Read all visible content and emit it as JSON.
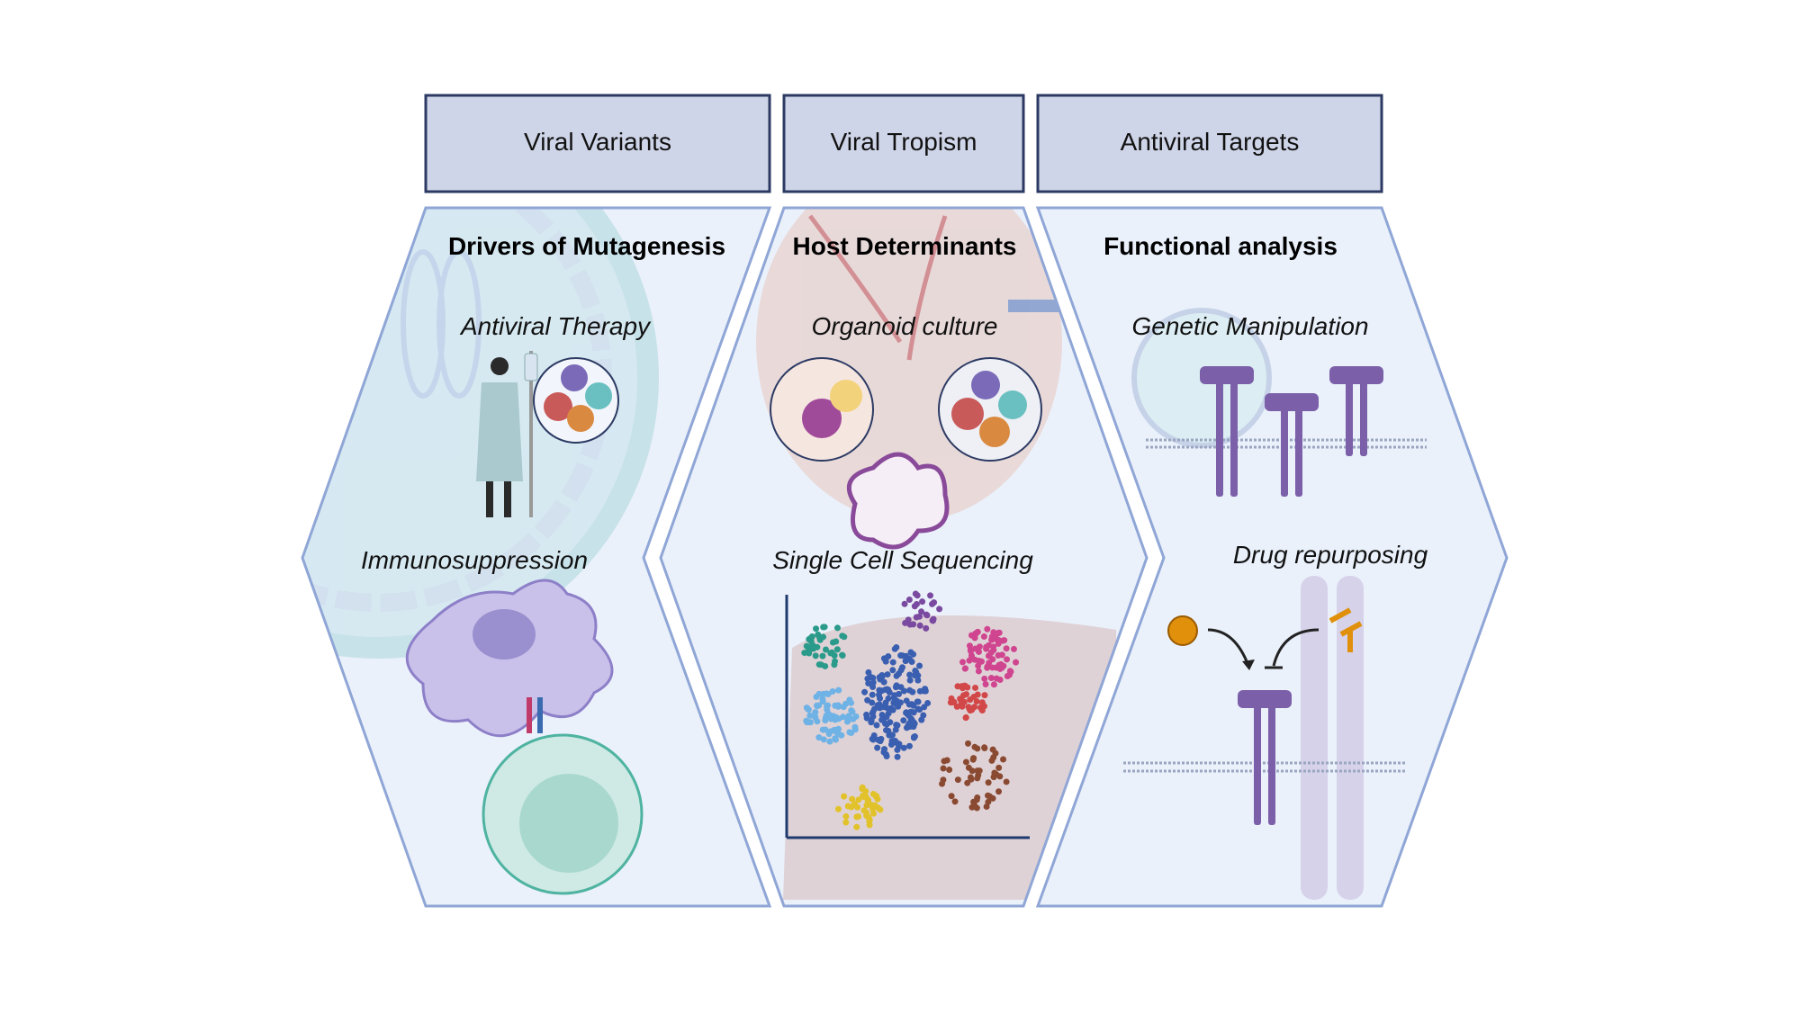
{
  "headers": [
    "Viral Variants",
    "Viral Tropism",
    "Antiviral Targets"
  ],
  "panels": [
    {
      "title": "Drivers of Mutagenesis",
      "items": [
        "Antiviral Therapy",
        "Immunosuppression"
      ]
    },
    {
      "title": "Host Determinants",
      "items": [
        "Organoid culture",
        "Single Cell Sequencing"
      ]
    },
    {
      "title": "Functional analysis",
      "items": [
        "Genetic Manipulation",
        "Drug repurposing"
      ]
    }
  ],
  "colors": {
    "header_fill": "#cfd5e8",
    "header_border": "#2c3a63",
    "panel_fill": "#eaf1fb",
    "panel_border": "#8fa6d6",
    "receptor": "#7b5fa8",
    "cluster_colors": [
      "#2a9a8a",
      "#6fb2e6",
      "#3a5fb0",
      "#7a4aa0",
      "#d0458f",
      "#d24848",
      "#8a4a32",
      "#e2c22a"
    ]
  }
}
